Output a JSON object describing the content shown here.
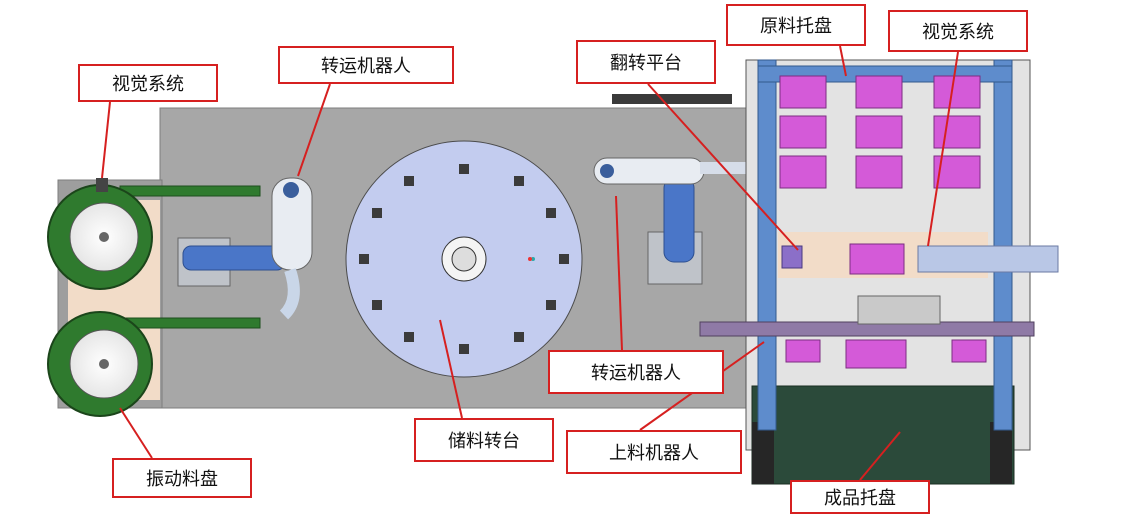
{
  "labels": {
    "vision_left": "视觉系统",
    "transfer_robot_top": "转运机器人",
    "flip_platform": "翻转平台",
    "raw_tray": "原料托盘",
    "vision_right": "视觉系统",
    "transfer_robot_bottom": "转运机器人",
    "storage_turntable": "储料转台",
    "loading_robot": "上料机器人",
    "vibration_feeder": "振动料盘",
    "finished_tray": "成品托盘"
  },
  "colors": {
    "label_border": "#d62020",
    "leader_line": "#d62020",
    "base_plate": "#a7a7a7",
    "turntable": "#c3ccef",
    "feeder_green": "#2f7a2e",
    "robot_blue": "#4a76c8",
    "tray_magenta": "#d45ad8",
    "frame_blue": "#5e8ccc",
    "dark_green": "#2b4a3a"
  }
}
